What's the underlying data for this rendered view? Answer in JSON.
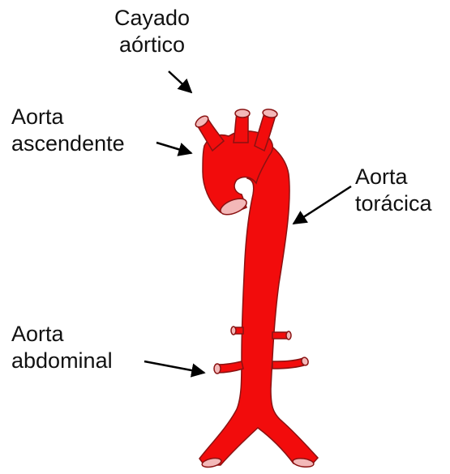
{
  "labels": {
    "cayado": {
      "line1": "Cayado",
      "line2": "aórtico"
    },
    "ascendente": {
      "line1": "Aorta",
      "line2": "ascendente"
    },
    "toracica": {
      "line1": "Aorta",
      "line2": "torácica"
    },
    "abdominal": {
      "line1": "Aorta",
      "line2": "abdominal"
    }
  },
  "colors": {
    "vessel": "#f20c0c",
    "vessel_outline": "#8a1212",
    "vessel_opening": "#f3b8b8",
    "arrow": "#000000",
    "text": "#111111"
  }
}
